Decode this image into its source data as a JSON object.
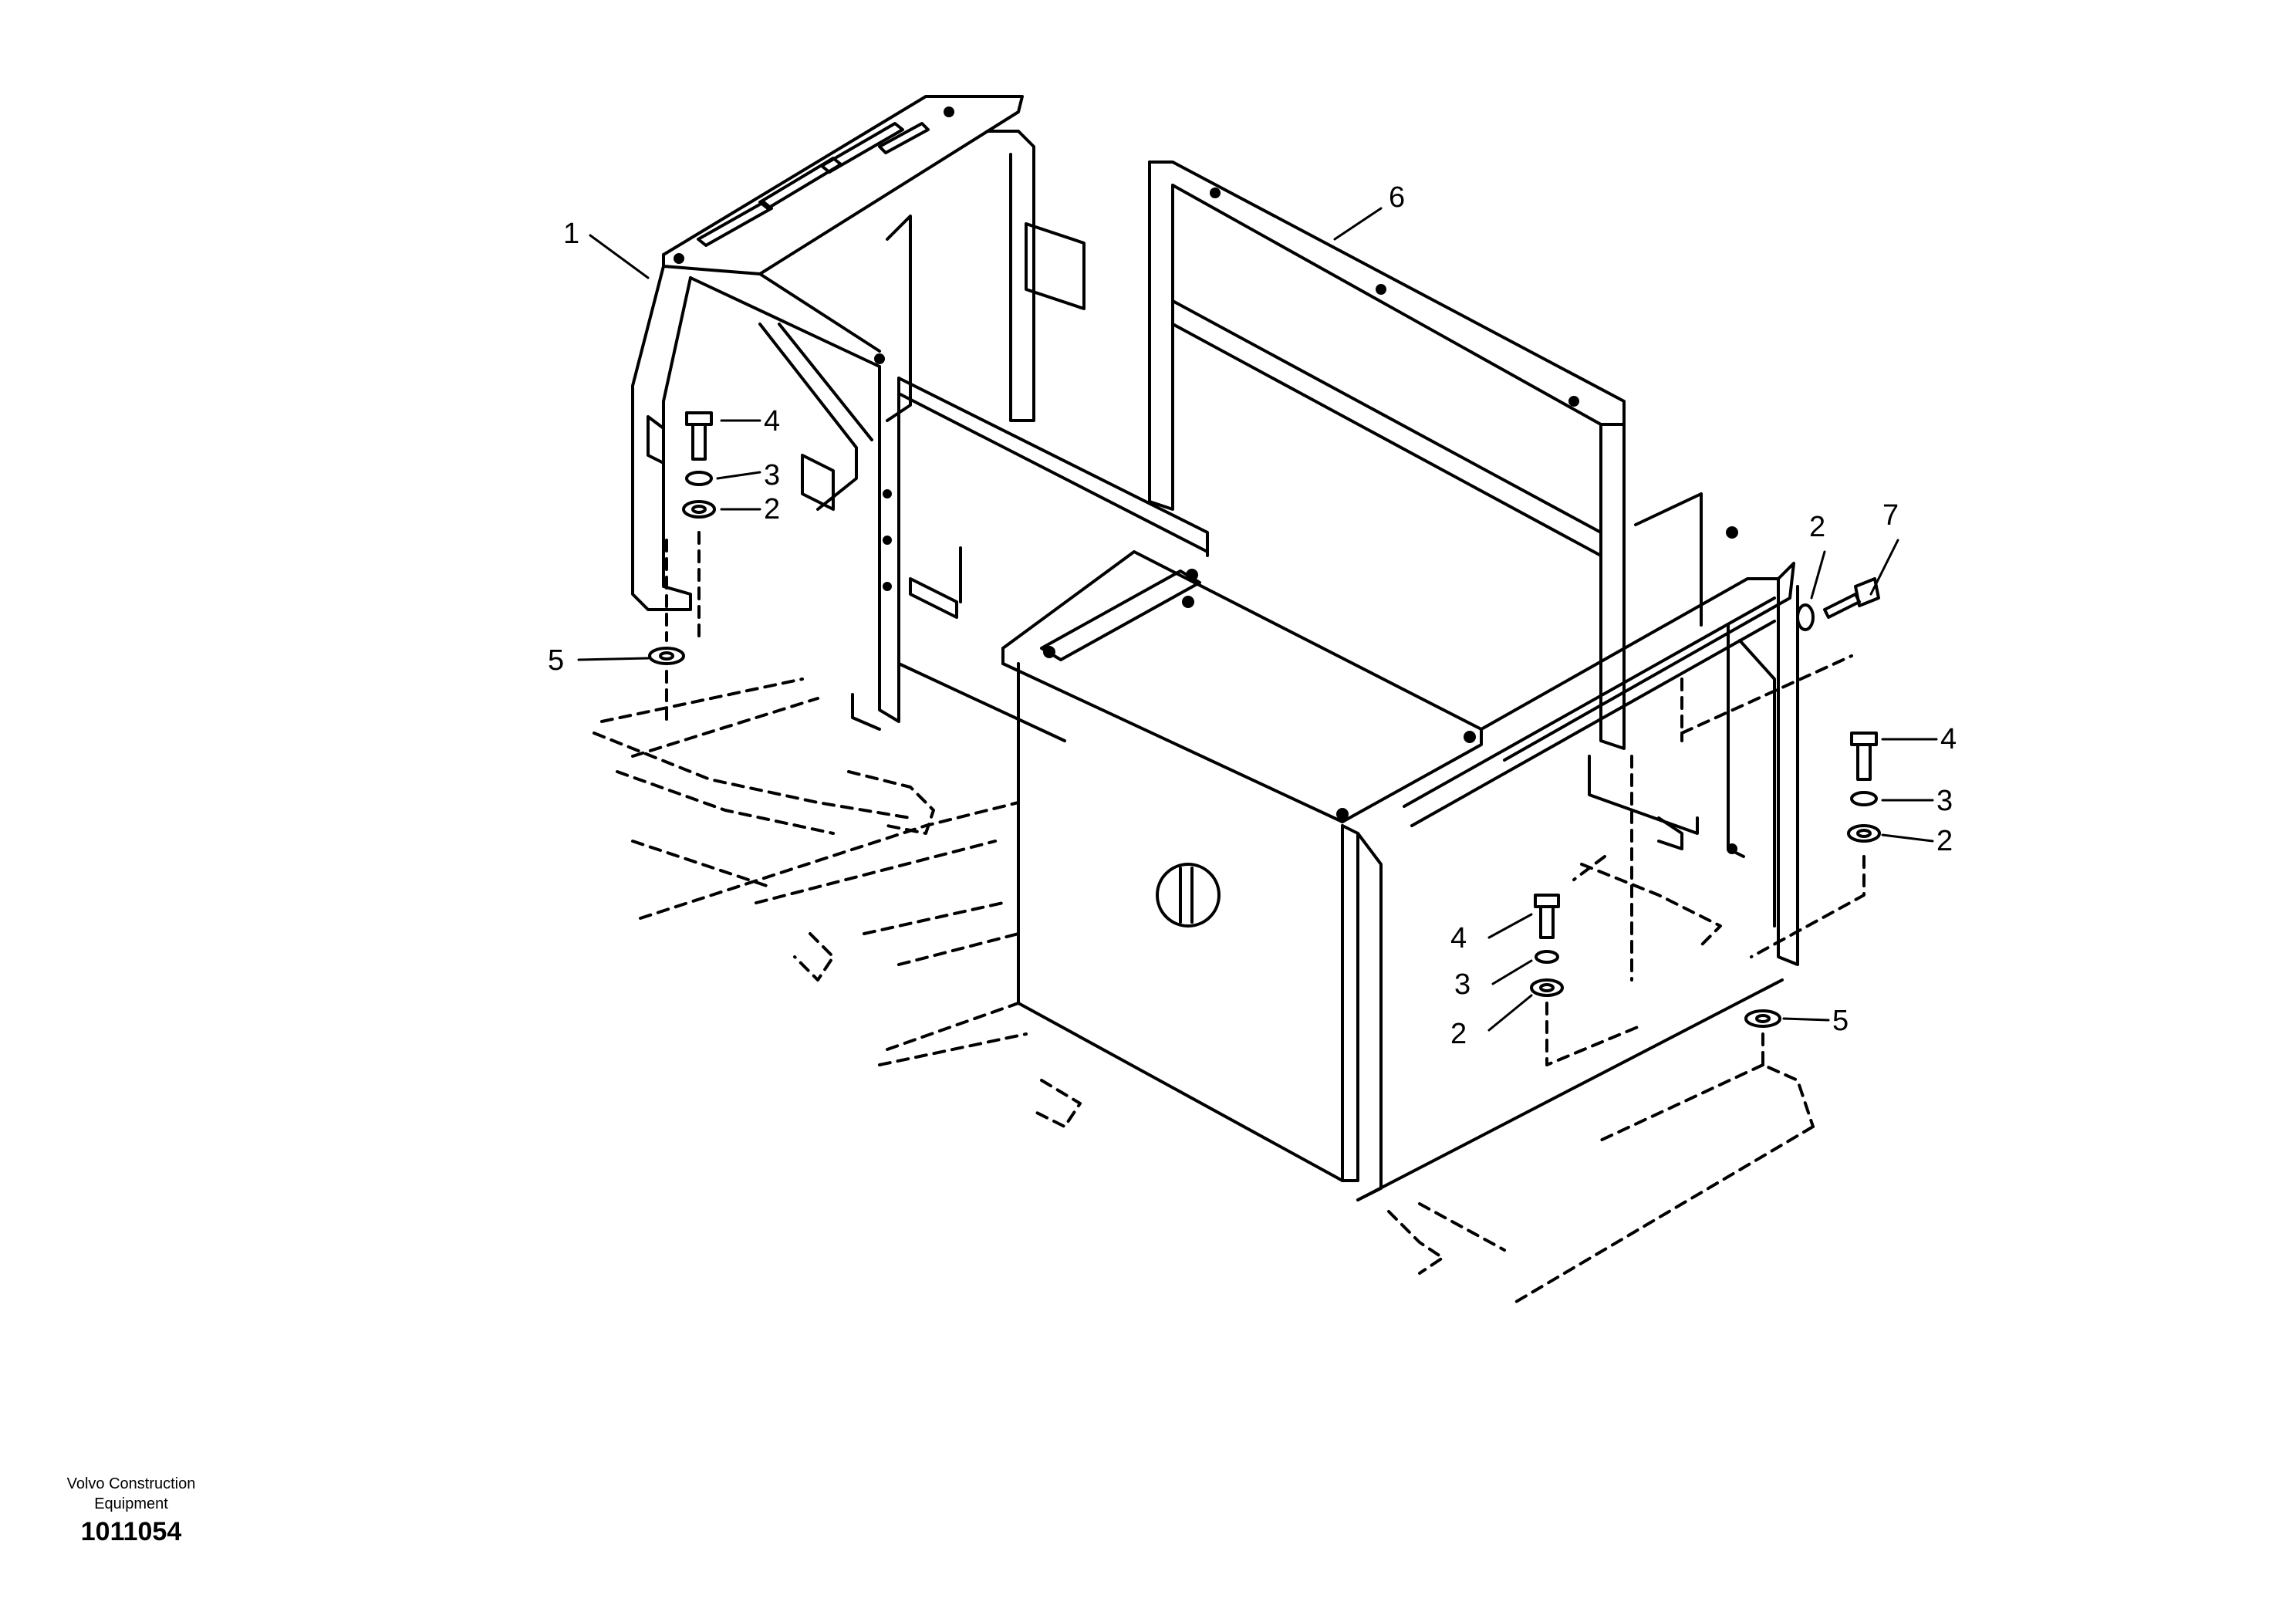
{
  "diagram": {
    "callouts": {
      "item_1": "1",
      "item_2a": "2",
      "item_2b": "2",
      "item_2c": "2",
      "item_2d": "2",
      "item_3a": "3",
      "item_3b": "3",
      "item_3c": "3",
      "item_4a": "4",
      "item_4b": "4",
      "item_4c": "4",
      "item_5a": "5",
      "item_5b": "5",
      "item_6": "6",
      "item_7": "7"
    }
  },
  "footer": {
    "company_line1": "Volvo Construction",
    "company_line2": "Equipment",
    "drawing_number": "1011054"
  },
  "colors": {
    "line": "#000000",
    "background": "#ffffff"
  }
}
